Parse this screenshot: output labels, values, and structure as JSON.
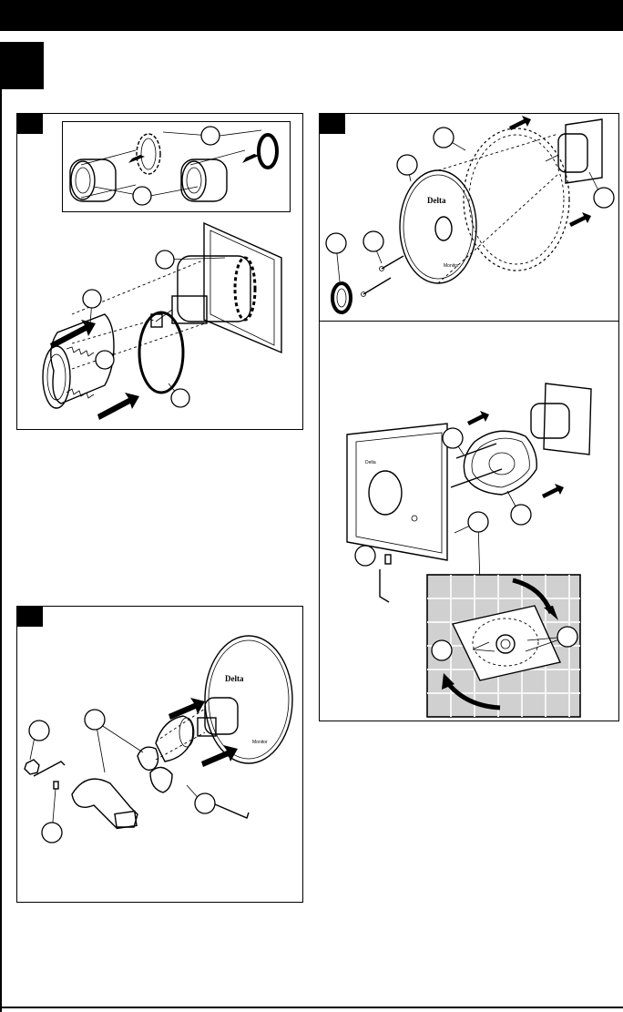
{
  "document": {
    "header_bar": "",
    "step_number": "",
    "panels": [
      {
        "id": "cartridge-sleeve-panel",
        "tab_label": ""
      },
      {
        "id": "escutcheon-panel",
        "tab_label": ""
      },
      {
        "id": "handle-panel",
        "tab_label": ""
      }
    ],
    "escutcheon": {
      "brand_label": "Delta",
      "brand_label_square_plate": "Delta",
      "trademark_text": "Monitor"
    },
    "colors": {
      "ink": "#000000",
      "paper": "#ffffff",
      "tile": "#d0d0d0",
      "grout": "#f5f5f5"
    }
  }
}
